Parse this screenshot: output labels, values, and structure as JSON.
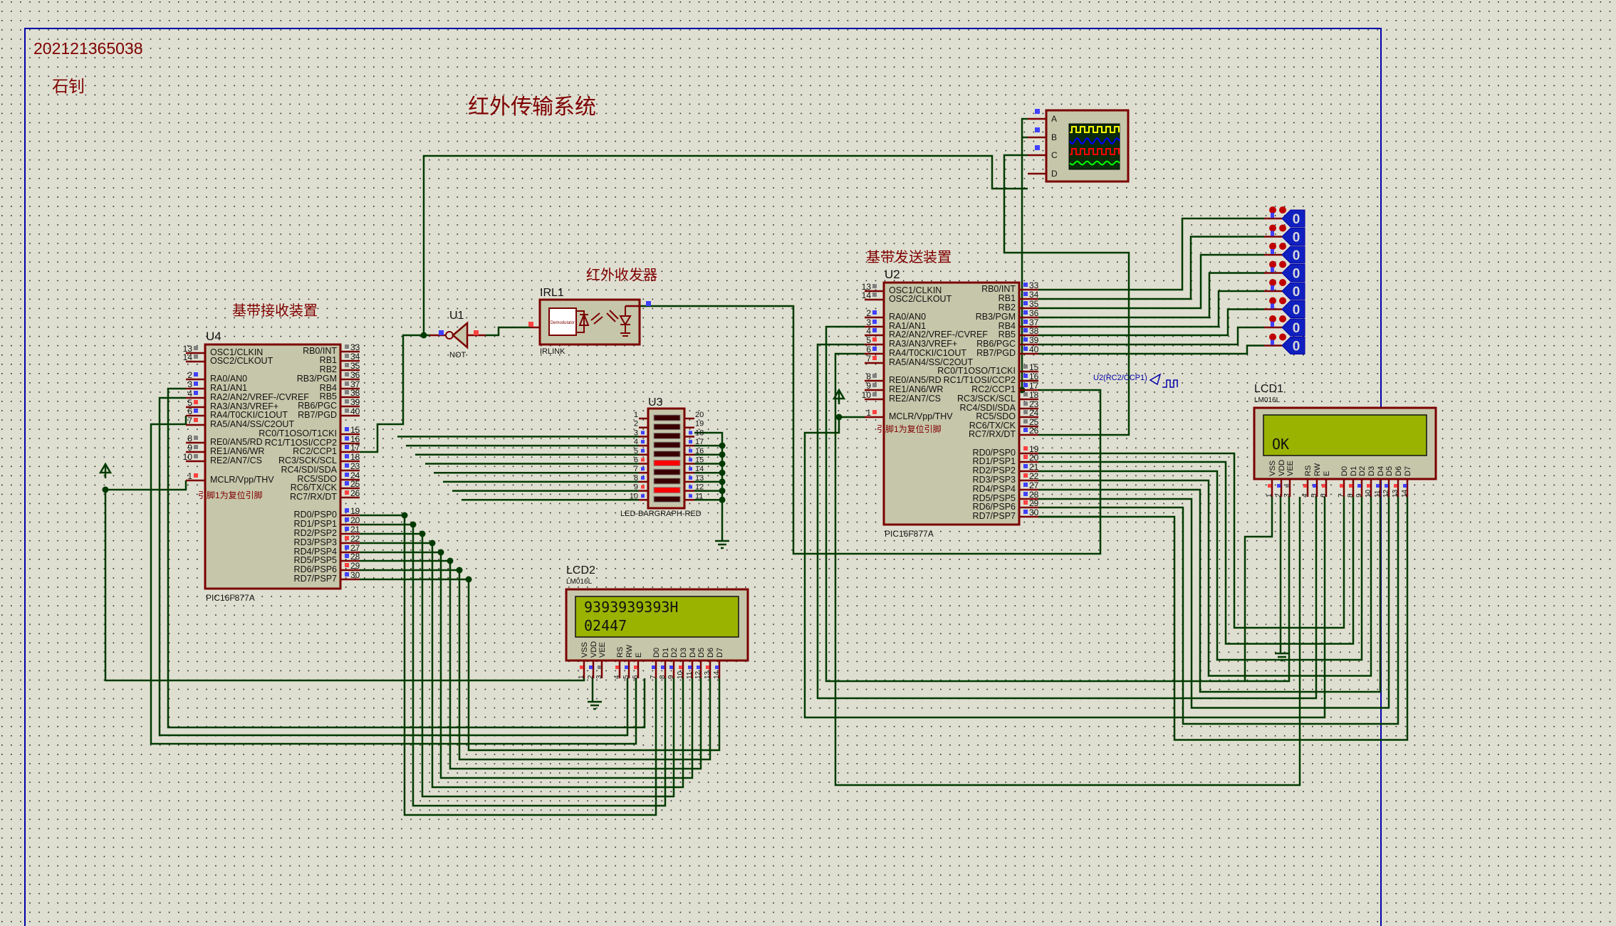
{
  "sheet": {
    "student_id": "202121365038",
    "author": "石钊",
    "title": "红外传输系统"
  },
  "labels": {
    "receiver_section": "基带接收装置",
    "sender_section": "基带发送装置",
    "ir_section": "红外收发器",
    "reset_note": "引脚1为复位引脚",
    "probe_label": "U2(RC2/CCP1)"
  },
  "u4": {
    "ref": "U4",
    "part": "PIC16F877A",
    "left_pins": [
      {
        "num": "13",
        "name": "OSC1/CLKIN",
        "state": "gray"
      },
      {
        "num": "14",
        "name": "OSC2/CLKOUT",
        "state": "gray"
      },
      {
        "num": "2",
        "name": "RA0/AN0",
        "state": "blue"
      },
      {
        "num": "3",
        "name": "RA1/AN1",
        "state": "blue"
      },
      {
        "num": "4",
        "name": "RA2/AN2/VREF-/CVREF",
        "state": "blue"
      },
      {
        "num": "5",
        "name": "RA3/AN3/VREF+",
        "state": "red"
      },
      {
        "num": "6",
        "name": "RA4/T0CKI/C1OUT",
        "state": "blue"
      },
      {
        "num": "7",
        "name": "RA5/AN4/SS/C2OUT",
        "state": "red"
      },
      {
        "num": "8",
        "name": "RE0/AN5/RD",
        "state": "gray"
      },
      {
        "num": "9",
        "name": "RE1/AN6/WR",
        "state": "gray"
      },
      {
        "num": "10",
        "name": "RE2/AN7/CS",
        "state": "gray"
      },
      {
        "num": "1",
        "name": "MCLR/Vpp/THV",
        "state": "red"
      }
    ],
    "right_pins": [
      {
        "num": "33",
        "name": "RB0/INT",
        "state": "gray"
      },
      {
        "num": "34",
        "name": "RB1",
        "state": "gray"
      },
      {
        "num": "35",
        "name": "RB2",
        "state": "gray"
      },
      {
        "num": "36",
        "name": "RB3/PGM",
        "state": "gray"
      },
      {
        "num": "37",
        "name": "RB4",
        "state": "gray"
      },
      {
        "num": "38",
        "name": "RB5",
        "state": "gray"
      },
      {
        "num": "39",
        "name": "RB6/PGC",
        "state": "gray"
      },
      {
        "num": "40",
        "name": "RB7/PGD",
        "state": "gray"
      },
      {
        "num": "15",
        "name": "RC0/T1OSO/T1CKI",
        "state": "blue"
      },
      {
        "num": "16",
        "name": "RC1/T1OSI/CCP2",
        "state": "blue"
      },
      {
        "num": "17",
        "name": "RC2/CCP1",
        "state": "blue"
      },
      {
        "num": "18",
        "name": "RC3/SCK/SCL",
        "state": "blue"
      },
      {
        "num": "23",
        "name": "RC4/SDI/SDA",
        "state": "blue"
      },
      {
        "num": "24",
        "name": "RC5/SDO",
        "state": "blue"
      },
      {
        "num": "25",
        "name": "RC6/TX/CK",
        "state": "blue"
      },
      {
        "num": "26",
        "name": "RC7/RX/DT",
        "state": "red"
      },
      {
        "num": "19",
        "name": "RD0/PSP0",
        "state": "blue"
      },
      {
        "num": "20",
        "name": "RD1/PSP1",
        "state": "blue"
      },
      {
        "num": "21",
        "name": "RD2/PSP2",
        "state": "blue"
      },
      {
        "num": "22",
        "name": "RD3/PSP3",
        "state": "red"
      },
      {
        "num": "27",
        "name": "RD4/PSP4",
        "state": "blue"
      },
      {
        "num": "28",
        "name": "RD5/PSP5",
        "state": "blue"
      },
      {
        "num": "29",
        "name": "RD6/PSP6",
        "state": "red"
      },
      {
        "num": "30",
        "name": "RD7/PSP7",
        "state": "blue"
      }
    ]
  },
  "u2": {
    "ref": "U2",
    "part": "PIC16F877A",
    "left_pins": [
      {
        "num": "13",
        "name": "OSC1/CLKIN",
        "state": "gray"
      },
      {
        "num": "14",
        "name": "OSC2/CLKOUT",
        "state": "gray"
      },
      {
        "num": "2",
        "name": "RA0/AN0",
        "state": "blue"
      },
      {
        "num": "3",
        "name": "RA1/AN1",
        "state": "blue"
      },
      {
        "num": "4",
        "name": "RA2/AN2/VREF-/CVREF",
        "state": "blue"
      },
      {
        "num": "5",
        "name": "RA3/AN3/VREF+",
        "state": "red"
      },
      {
        "num": "6",
        "name": "RA4/T0CKI/C1OUT",
        "state": "blue"
      },
      {
        "num": "7",
        "name": "RA5/AN4/SS/C2OUT",
        "state": "red"
      },
      {
        "num": "8",
        "name": "RE0/AN5/RD",
        "state": "gray"
      },
      {
        "num": "9",
        "name": "RE1/AN6/WR",
        "state": "gray"
      },
      {
        "num": "10",
        "name": "RE2/AN7/CS",
        "state": "gray"
      },
      {
        "num": "1",
        "name": "MCLR/Vpp/THV",
        "state": "red"
      }
    ],
    "right_pins": [
      {
        "num": "33",
        "name": "RB0/INT",
        "state": "blue"
      },
      {
        "num": "34",
        "name": "RB1",
        "state": "blue"
      },
      {
        "num": "35",
        "name": "RB2",
        "state": "blue"
      },
      {
        "num": "36",
        "name": "RB3/PGM",
        "state": "blue"
      },
      {
        "num": "37",
        "name": "RB4",
        "state": "blue"
      },
      {
        "num": "38",
        "name": "RB5",
        "state": "blue"
      },
      {
        "num": "39",
        "name": "RB6/PGC",
        "state": "blue"
      },
      {
        "num": "40",
        "name": "RB7/PGD",
        "state": "blue"
      },
      {
        "num": "15",
        "name": "RC0/T1OSO/T1CKI",
        "state": "gray"
      },
      {
        "num": "16",
        "name": "RC1/T1OSI/CCP2",
        "state": "blue"
      },
      {
        "num": "17",
        "name": "RC2/CCP1",
        "state": "blue"
      },
      {
        "num": "18",
        "name": "RC3/SCK/SCL",
        "state": "gray"
      },
      {
        "num": "23",
        "name": "RC4/SDI/SDA",
        "state": "gray"
      },
      {
        "num": "24",
        "name": "RC5/SDO",
        "state": "gray"
      },
      {
        "num": "25",
        "name": "RC6/TX/CK",
        "state": "gray"
      },
      {
        "num": "26",
        "name": "RC7/RX/DT",
        "state": "blue"
      },
      {
        "num": "19",
        "name": "RD0/PSP0",
        "state": "red"
      },
      {
        "num": "20",
        "name": "RD1/PSP1",
        "state": "red"
      },
      {
        "num": "21",
        "name": "RD2/PSP2",
        "state": "blue"
      },
      {
        "num": "22",
        "name": "RD3/PSP3",
        "state": "red"
      },
      {
        "num": "27",
        "name": "RD4/PSP4",
        "state": "blue"
      },
      {
        "num": "28",
        "name": "RD5/PSP5",
        "state": "blue"
      },
      {
        "num": "29",
        "name": "RD6/PSP6",
        "state": "red"
      },
      {
        "num": "30",
        "name": "RD7/PSP7",
        "state": "blue"
      }
    ]
  },
  "u1": {
    "ref": "U1",
    "part": "NOT"
  },
  "irl1": {
    "ref": "IRL1",
    "part": "IRLINK",
    "block": "Demodulator"
  },
  "u3": {
    "ref": "U3",
    "part": "LED-BARGRAPH-RED",
    "left_nums": [
      "1",
      "2",
      "3",
      "4",
      "5",
      "6",
      "7",
      "8",
      "9",
      "10"
    ],
    "right_nums": [
      "20",
      "19",
      "18",
      "17",
      "16",
      "15",
      "14",
      "13",
      "12",
      "11"
    ],
    "lit": [
      false,
      false,
      false,
      false,
      false,
      true,
      false,
      false,
      true,
      false
    ],
    "left_states": [
      "none",
      "none",
      "blue",
      "blue",
      "blue",
      "red",
      "blue",
      "blue",
      "red",
      "blue"
    ]
  },
  "lcd2": {
    "ref": "LCD2",
    "part": "LM016L",
    "line1": "9393939393H",
    "line2": "02447",
    "pins": [
      "VSS",
      "VDD",
      "VEE",
      "RS",
      "RW",
      "E",
      "D0",
      "D1",
      "D2",
      "D3",
      "D4",
      "D5",
      "D6",
      "D7"
    ],
    "pin_nums": [
      "1",
      "2",
      "3",
      "4",
      "5",
      "6",
      "7",
      "8",
      "9",
      "10",
      "11",
      "12",
      "13",
      "14"
    ],
    "pin_states": [
      "red",
      "blue",
      "gray",
      "red",
      "blue",
      "red",
      "blue",
      "blue",
      "blue",
      "red",
      "blue",
      "blue",
      "red",
      "blue"
    ]
  },
  "lcd1": {
    "ref": "LCD1",
    "part": "LM016L",
    "line1": "",
    "line2": "OK",
    "pins": [
      "VSS",
      "VDD",
      "VEE",
      "RS",
      "RW",
      "E",
      "D0",
      "D1",
      "D2",
      "D3",
      "D4",
      "D5",
      "D6",
      "D7"
    ],
    "pin_nums": [
      "1",
      "2",
      "3",
      "4",
      "5",
      "6",
      "7",
      "8",
      "9",
      "10",
      "11",
      "12",
      "13",
      "14"
    ],
    "pin_states": [
      "red",
      "blue",
      "gray",
      "red",
      "blue",
      "red",
      "red",
      "red",
      "blue",
      "red",
      "blue",
      "blue",
      "red",
      "blue"
    ]
  },
  "scope": {
    "channels": [
      "A",
      "B",
      "C",
      "D"
    ],
    "trace_colors": [
      "#ffff00",
      "#0000ff",
      "#ff0000",
      "#00ff00"
    ]
  },
  "logic_states": {
    "values": [
      "0",
      "0",
      "0",
      "0",
      "0",
      "0",
      "0",
      "0"
    ]
  },
  "colors": {
    "wire": "#003a00",
    "component_border": "#7a0000",
    "component_fill": "#c6c6aa",
    "text_red": "#800000",
    "frame": "#0000aa",
    "lcd_screen": "#99b300",
    "pin_high": "#ff4040",
    "pin_low": "#4040ff",
    "pin_float": "#808080"
  }
}
